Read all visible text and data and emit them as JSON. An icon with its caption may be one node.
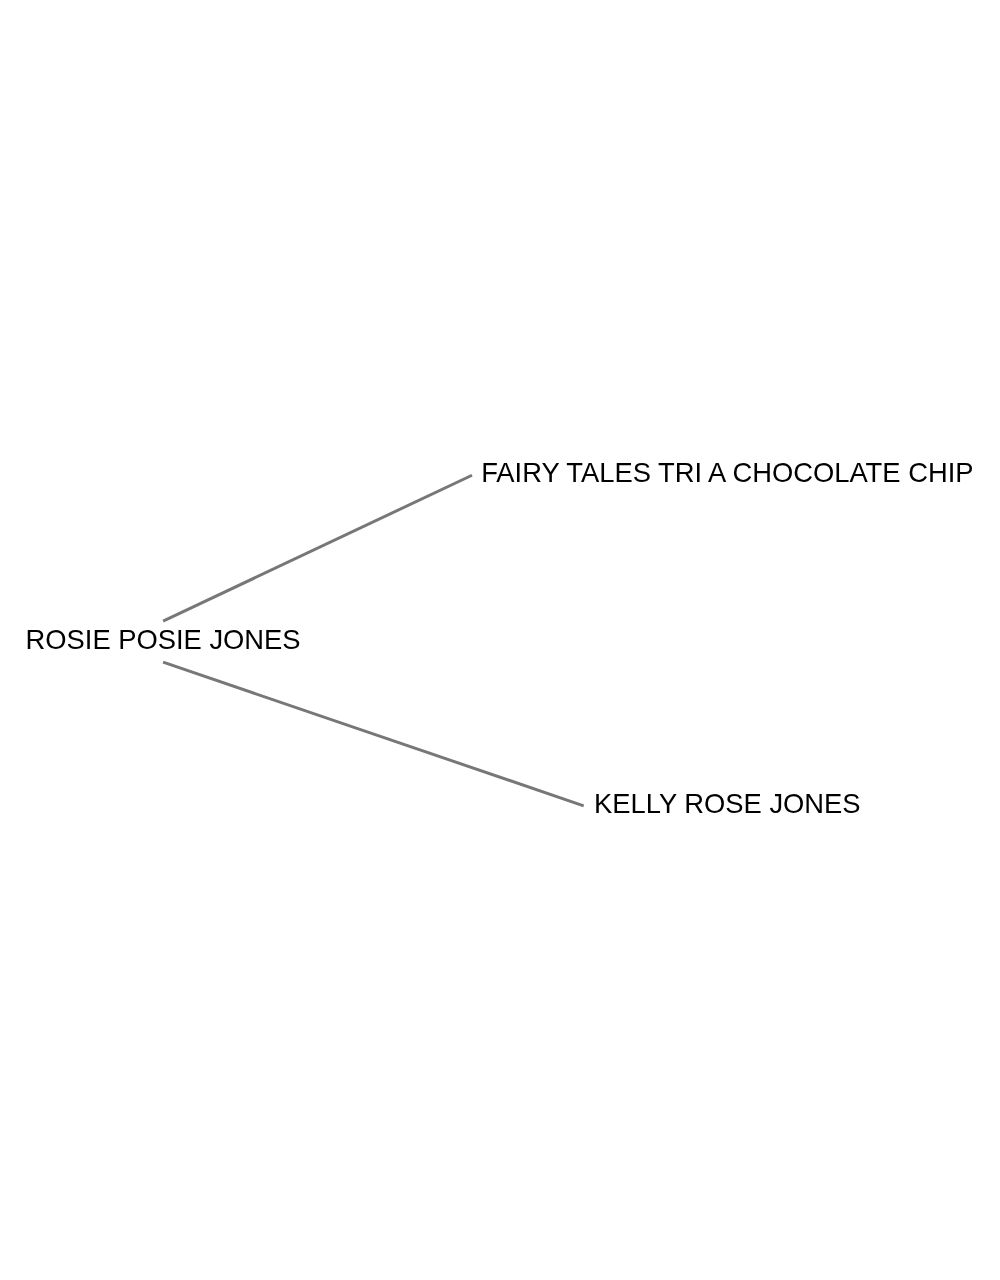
{
  "diagram": {
    "nodes": [
      {
        "text": [
          "ROSIE POSIE JONES"
        ]
      },
      {
        "text": [
          "FAIRY TALES TRI A CHOCOLATE CHIP"
        ]
      },
      {
        "text": [
          "KELLY ROSE JONES"
        ]
      }
    ],
    "edges": [
      {
        "from": 0,
        "to": 1,
        "arrow": "none"
      },
      {
        "from": 0,
        "to": 2,
        "arrow": "none"
      }
    ]
  }
}
